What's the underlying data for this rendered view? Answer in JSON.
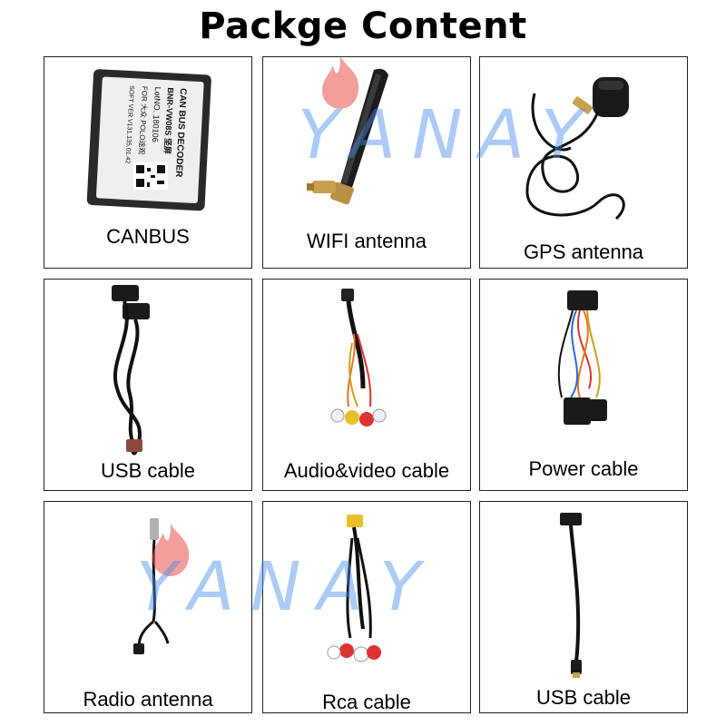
{
  "title": "Packge Content",
  "watermark": "YANAY",
  "colors": {
    "border": "#222222",
    "watermark": "#468ceb",
    "flame": "#e8504a"
  },
  "items": [
    {
      "label": "CANBUS",
      "icon": "canbus-decoder-icon",
      "box_text": [
        "CAN BUS DECODER",
        "BNR-VW08S 坚屏",
        "LotNO. 180106",
        "FOR 大众 POLO途观",
        "SOFT VER V131.135.01.42"
      ]
    },
    {
      "label": "WIFI antenna",
      "icon": "wifi-antenna-icon"
    },
    {
      "label": "GPS antenna",
      "icon": "gps-antenna-icon"
    },
    {
      "label": "USB cable",
      "icon": "usb-cable-icon"
    },
    {
      "label": "Audio&video cable",
      "icon": "audio-video-cable-icon"
    },
    {
      "label": "Power cable",
      "icon": "power-cable-icon"
    },
    {
      "label": "Radio antenna",
      "icon": "radio-antenna-icon"
    },
    {
      "label": "Rca cable",
      "icon": "rca-cable-icon"
    },
    {
      "label": "USB cable",
      "icon": "usb-cable-icon"
    }
  ]
}
